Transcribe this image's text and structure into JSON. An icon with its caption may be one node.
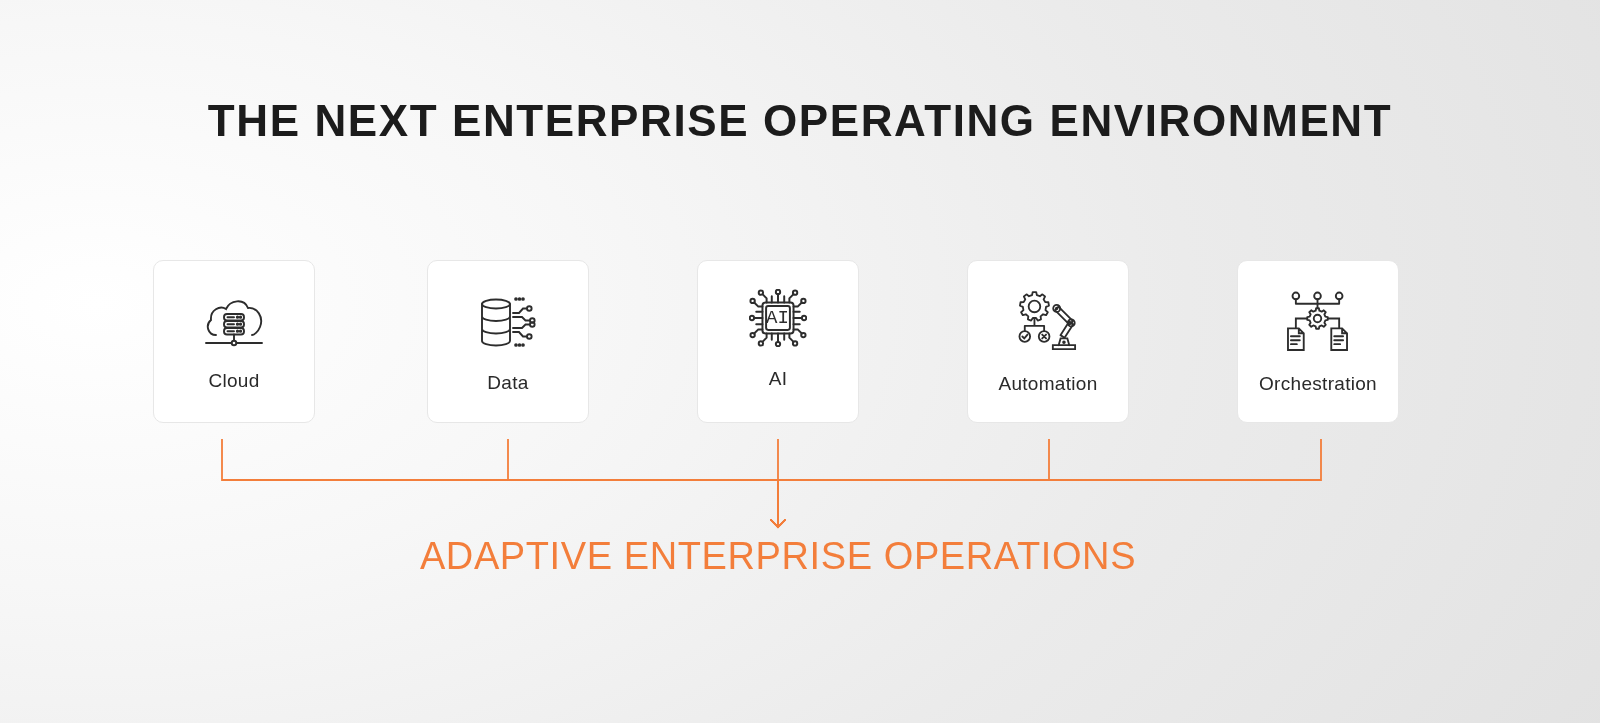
{
  "diagram": {
    "title": "THE NEXT ENTERPRISE OPERATING ENVIRONMENT",
    "nodes": [
      {
        "text": [
          "Cloud"
        ]
      },
      {
        "text": [
          "Data"
        ]
      },
      {
        "text": [
          "AI"
        ]
      },
      {
        "text": [
          "Automation"
        ]
      },
      {
        "text": [
          "Orchestration"
        ]
      },
      {
        "text": [
          "ADAPTIVE ENTERPRISE OPERATIONS"
        ]
      }
    ],
    "edges": [
      {
        "from": 0,
        "to": 5,
        "arrow": "to"
      },
      {
        "from": 1,
        "to": 5,
        "arrow": "to"
      },
      {
        "from": 2,
        "to": 5,
        "arrow": "to"
      },
      {
        "from": 3,
        "to": 5,
        "arrow": "to"
      },
      {
        "from": 4,
        "to": 5,
        "arrow": "to"
      }
    ],
    "labels": [
      "AI"
    ]
  }
}
